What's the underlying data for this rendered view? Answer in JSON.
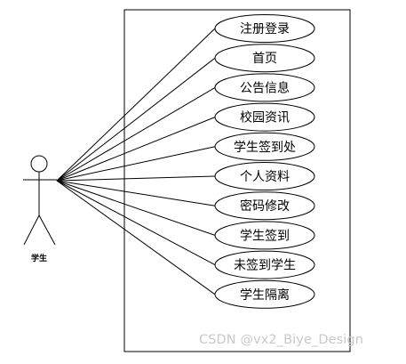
{
  "diagram": {
    "actor": {
      "name": "学生"
    },
    "use_cases": [
      {
        "label": "注册登录"
      },
      {
        "label": "首页"
      },
      {
        "label": "公告信息"
      },
      {
        "label": "校园资讯"
      },
      {
        "label": "学生签到处"
      },
      {
        "label": "个人资料"
      },
      {
        "label": "密码修改"
      },
      {
        "label": "学生签到"
      },
      {
        "label": "未签到学生"
      },
      {
        "label": "学生隔离"
      }
    ]
  },
  "watermark": "CSDN @vx2_Biye_Design"
}
